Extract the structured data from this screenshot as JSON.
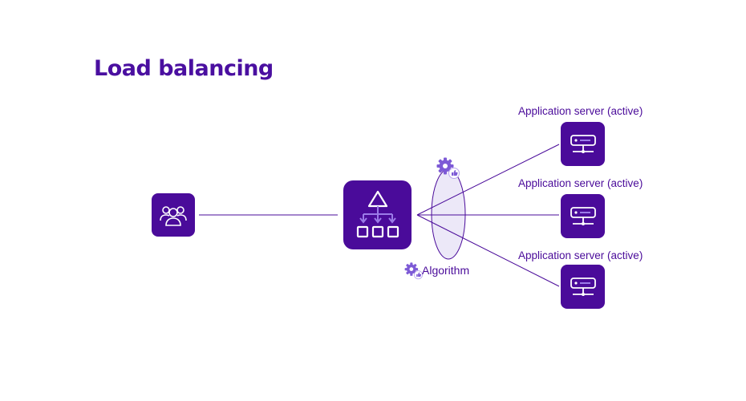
{
  "title": "Load balancing",
  "servers": [
    {
      "label": "Application server (active)"
    },
    {
      "label": "Application server (active)"
    },
    {
      "label": "Application server (active)"
    }
  ],
  "algorithm_label": "Algorithm",
  "icons": {
    "users": "users-icon",
    "load_balancer": "load-balancer-icon",
    "server": "server-icon",
    "algorithm": "gear-thumbs-up-icon"
  },
  "colors": {
    "primary": "#4a0b9a",
    "title": "#4a0fa0",
    "ellipse_fill": "#ece8f8",
    "icon_accent": "#9b7be8"
  }
}
